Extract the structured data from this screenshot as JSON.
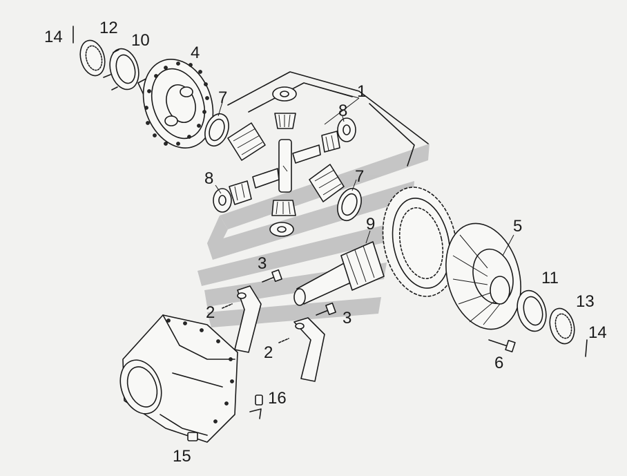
{
  "diagram": {
    "callouts": {
      "c1": "1",
      "c2a": "2",
      "c2b": "2",
      "c3a": "3",
      "c3b": "3",
      "c4": "4",
      "c5": "5",
      "c6": "6",
      "c7a": "7",
      "c7b": "7",
      "c8a": "8",
      "c8b": "8",
      "c9": "9",
      "c10": "10",
      "c11": "11",
      "c12": "12",
      "c13": "13",
      "c14a": "14",
      "c14b": "14",
      "c15": "15",
      "c16": "16"
    },
    "colors": {
      "line": "#1a1a1a",
      "watermark": "#bdbdbd",
      "background": "#f2f2f0"
    }
  }
}
